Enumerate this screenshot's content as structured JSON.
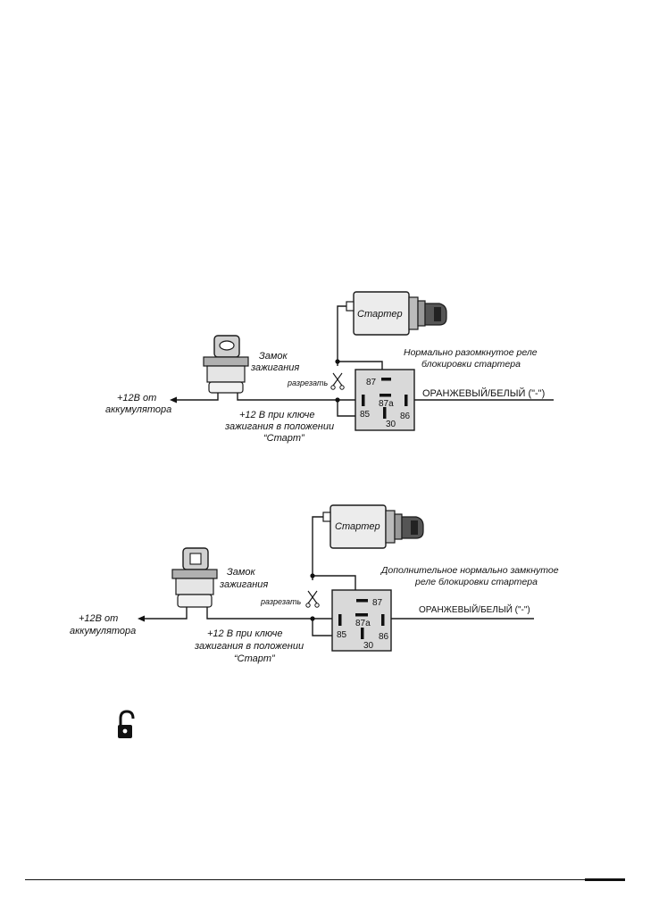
{
  "diagrams": [
    {
      "starter_label": "Стартер",
      "lock_label_1": "Замок",
      "lock_label_2": "зажигания",
      "cut_label": "разрезать",
      "battery_label_1": "+12В от",
      "battery_label_2": "аккумулятора",
      "key_label_1": "+12 В при ключе",
      "key_label_2": "зажигания в положении",
      "key_label_3": "“Старт”",
      "relay_caption_1": "Нормально разомкнутое реле",
      "relay_caption_2": "блокировки стартера",
      "wire_label": "ОРАНЖЕВЫЙ/БЕЛЫЙ (\"-\")",
      "pins": [
        "87",
        "87a",
        "85",
        "86",
        "30"
      ]
    },
    {
      "starter_label": "Стартер",
      "lock_label_1": "Замок",
      "lock_label_2": "зажигания",
      "cut_label": "разрезать",
      "battery_label_1": "+12В от",
      "battery_label_2": "аккумулятора",
      "key_label_1": "+12 В при ключе",
      "key_label_2": "зажигания в положении",
      "key_label_3": "“Старт”",
      "relay_caption_1": "Дополнительное нормально замкнутое",
      "relay_caption_2": "реле блокировки стартера",
      "wire_label": "ОРАНЖЕВЫЙ/БЕЛЫЙ (\"-\")",
      "pins": [
        "87",
        "87a",
        "85",
        "86",
        "30"
      ]
    }
  ]
}
